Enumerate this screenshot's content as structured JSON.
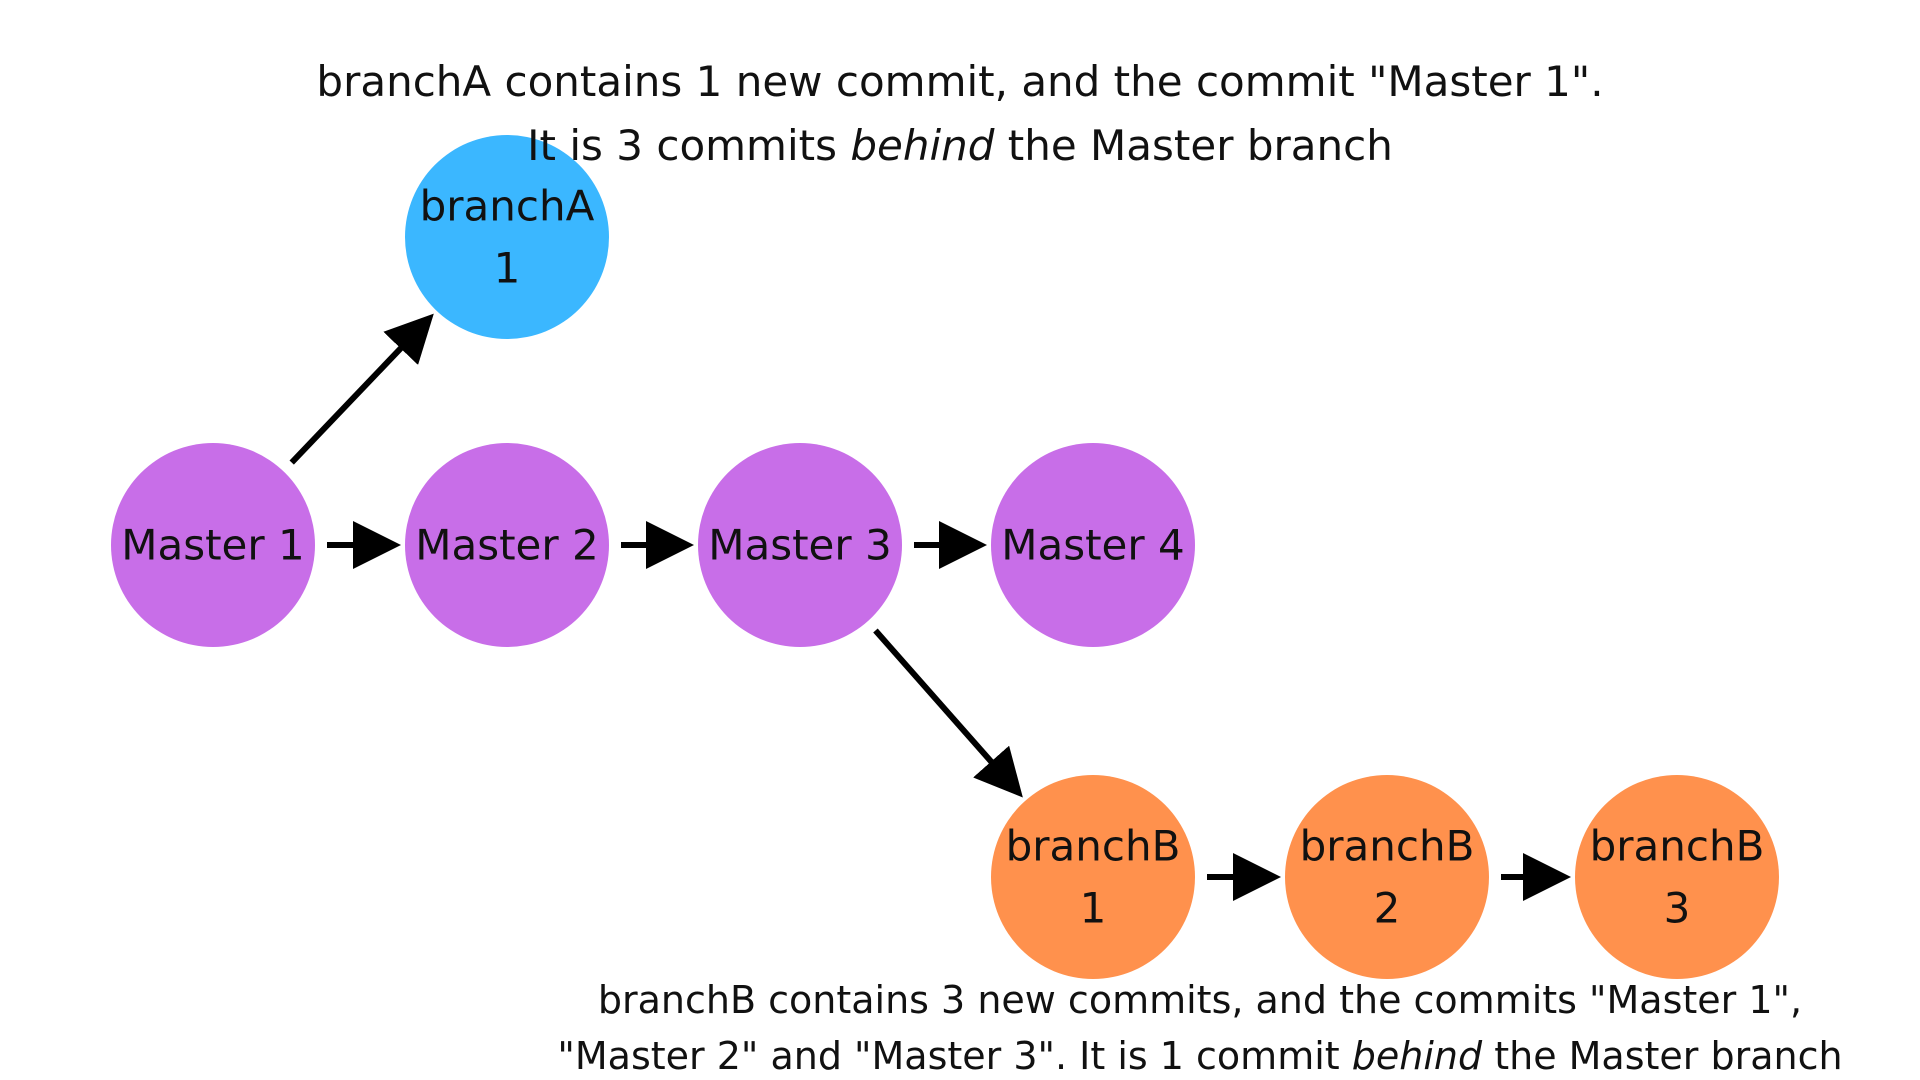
{
  "colors": {
    "master": "#c86ee8",
    "branchA": "#3bb7ff",
    "branchB": "#ff914d",
    "arrow": "#000000",
    "text": "#111111"
  },
  "captions": {
    "top_line1": "branchA contains 1 new commit, and the commit \"Master 1\".",
    "top_line2_prefix": "It is 3 commits ",
    "top_line2_emphasis": "behind",
    "top_line2_suffix": " the Master branch",
    "bottom_line1": "branchB contains 3 new commits, and the commits \"Master 1\",",
    "bottom_line2_prefix": "\"Master 2\" and \"Master 3\". It is 1 commit ",
    "bottom_line2_emphasis": "behind",
    "bottom_line2_suffix": " the Master branch"
  },
  "nodes": [
    {
      "id": "master1",
      "group": "master",
      "lines": [
        "Master 1"
      ]
    },
    {
      "id": "master2",
      "group": "master",
      "lines": [
        "Master 2"
      ]
    },
    {
      "id": "master3",
      "group": "master",
      "lines": [
        "Master 3"
      ]
    },
    {
      "id": "master4",
      "group": "master",
      "lines": [
        "Master 4"
      ]
    },
    {
      "id": "branchA1",
      "group": "branchA",
      "lines": [
        "branchA",
        "1"
      ]
    },
    {
      "id": "branchB1",
      "group": "branchB",
      "lines": [
        "branchB",
        "1"
      ]
    },
    {
      "id": "branchB2",
      "group": "branchB",
      "lines": [
        "branchB",
        "2"
      ]
    },
    {
      "id": "branchB3",
      "group": "branchB",
      "lines": [
        "branchB",
        "3"
      ]
    }
  ],
  "edges": [
    {
      "from": "master1",
      "to": "master2"
    },
    {
      "from": "master2",
      "to": "master3"
    },
    {
      "from": "master3",
      "to": "master4"
    },
    {
      "from": "master1",
      "to": "branchA1"
    },
    {
      "from": "master3",
      "to": "branchB1"
    },
    {
      "from": "branchB1",
      "to": "branchB2"
    },
    {
      "from": "branchB2",
      "to": "branchB3"
    }
  ]
}
